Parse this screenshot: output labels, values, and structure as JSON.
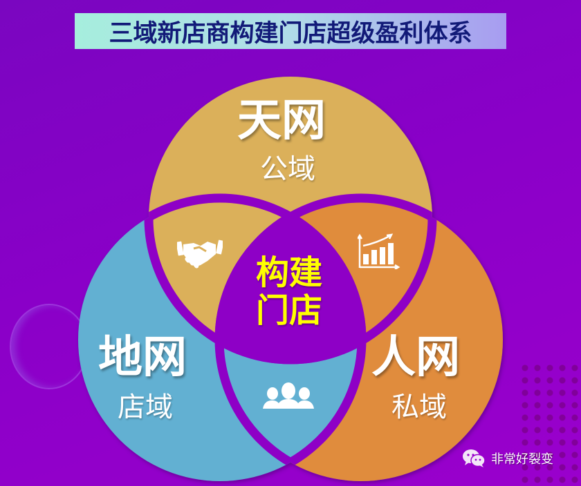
{
  "title": "三域新店商构建门店超级盈利体系",
  "colors": {
    "background": "#8a00c8",
    "gap": "#8e00c6",
    "top_circle": "#dbb05a",
    "left_circle": "#62b0d2",
    "right_circle": "#e08c3c",
    "center_text": "#ffff00",
    "title_text": "#121a78"
  },
  "circles": {
    "top": {
      "name": "天网",
      "sub": "公域"
    },
    "left": {
      "name": "地网",
      "sub": "店域"
    },
    "right": {
      "name": "人网",
      "sub": "私域"
    }
  },
  "center": {
    "line1": "构建",
    "line2": "门店"
  },
  "overlaps": {
    "top_left": {
      "icon": "handshake-icon"
    },
    "top_right": {
      "icon": "bar-chart-growth-icon"
    },
    "left_right": {
      "icon": "group-users-icon"
    }
  },
  "watermark": {
    "icon": "wechat-icon",
    "text": "非常好裂变"
  }
}
